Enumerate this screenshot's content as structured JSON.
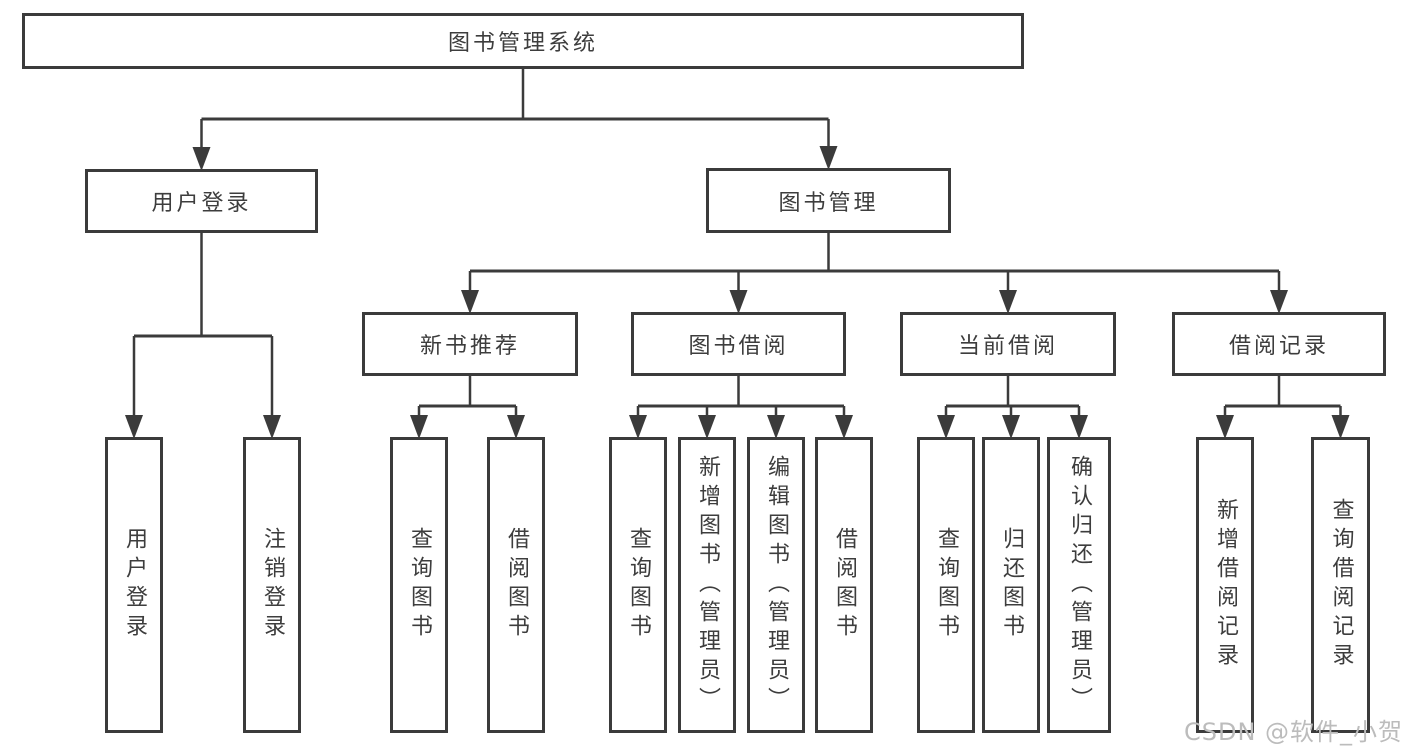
{
  "nodes": [
    {
      "id": "root",
      "label": "图书管理系统",
      "orientation": "horizontal"
    },
    {
      "id": "user-login",
      "label": "用户登录",
      "orientation": "horizontal"
    },
    {
      "id": "book-mgmt",
      "label": "图书管理",
      "orientation": "horizontal"
    },
    {
      "id": "new-book-rec",
      "label": "新书推荐",
      "orientation": "horizontal"
    },
    {
      "id": "book-borrow",
      "label": "图书借阅",
      "orientation": "horizontal"
    },
    {
      "id": "current-borrow",
      "label": "当前借阅",
      "orientation": "horizontal"
    },
    {
      "id": "borrow-records",
      "label": "借阅记录",
      "orientation": "horizontal"
    },
    {
      "id": "leaf-user-login",
      "label": "用户登录",
      "orientation": "vertical"
    },
    {
      "id": "leaf-logout",
      "label": "注销登录",
      "orientation": "vertical"
    },
    {
      "id": "leaf-query-book-1",
      "label": "查询图书",
      "orientation": "vertical"
    },
    {
      "id": "leaf-borrow-book-1",
      "label": "借阅图书",
      "orientation": "vertical"
    },
    {
      "id": "leaf-query-book-2",
      "label": "查询图书",
      "orientation": "vertical"
    },
    {
      "id": "leaf-add-book",
      "label": "新增图书（管理员）",
      "orientation": "vertical"
    },
    {
      "id": "leaf-edit-book",
      "label": "编辑图书（管理员）",
      "orientation": "vertical"
    },
    {
      "id": "leaf-borrow-book-2",
      "label": "借阅图书",
      "orientation": "vertical"
    },
    {
      "id": "leaf-query-book-3",
      "label": "查询图书",
      "orientation": "vertical"
    },
    {
      "id": "leaf-return-book",
      "label": "归还图书",
      "orientation": "vertical"
    },
    {
      "id": "leaf-confirm-return",
      "label": "确认归还（管理员）",
      "orientation": "vertical"
    },
    {
      "id": "leaf-add-borrow-record",
      "label": "新增借阅记录",
      "orientation": "vertical"
    },
    {
      "id": "leaf-query-borrow-record",
      "label": "查询借阅记录",
      "orientation": "vertical"
    }
  ],
  "hierarchy": {
    "root": [
      "user-login",
      "book-mgmt"
    ],
    "user-login": [
      "leaf-user-login",
      "leaf-logout"
    ],
    "book-mgmt": [
      "new-book-rec",
      "book-borrow",
      "current-borrow",
      "borrow-records"
    ],
    "new-book-rec": [
      "leaf-query-book-1",
      "leaf-borrow-book-1"
    ],
    "book-borrow": [
      "leaf-query-book-2",
      "leaf-add-book",
      "leaf-edit-book",
      "leaf-borrow-book-2"
    ],
    "current-borrow": [
      "leaf-query-book-3",
      "leaf-return-book",
      "leaf-confirm-return"
    ],
    "borrow-records": [
      "leaf-add-borrow-record",
      "leaf-query-borrow-record"
    ]
  },
  "watermark": {
    "text": "CSDN @软件_小贺同学"
  },
  "colors": {
    "line": "#3b3b3b",
    "border": "#3b3b3b",
    "text": "#3d3d3d",
    "watermark": "#bcbcbc",
    "background": "#ffffff"
  }
}
